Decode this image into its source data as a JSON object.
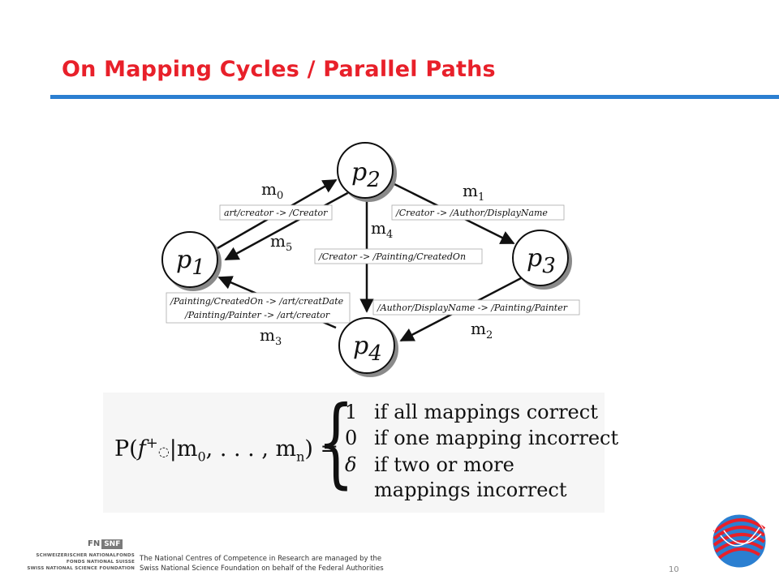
{
  "title": "On Mapping Cycles / Parallel Paths",
  "diagram": {
    "nodes": [
      {
        "id": "p2",
        "label": "p",
        "sub": "2"
      },
      {
        "id": "p1",
        "label": "p",
        "sub": "1"
      },
      {
        "id": "p3",
        "label": "p",
        "sub": "3"
      },
      {
        "id": "p4",
        "label": "p",
        "sub": "4"
      }
    ],
    "mappings": [
      {
        "name": "m",
        "sub": "0"
      },
      {
        "name": "m",
        "sub": "1"
      },
      {
        "name": "m",
        "sub": "4"
      },
      {
        "name": "m",
        "sub": "5"
      },
      {
        "name": "m",
        "sub": "3"
      },
      {
        "name": "m",
        "sub": "2"
      }
    ],
    "edge_labels": [
      "art/creator -> /Creator",
      "/Creator -> /Author/DisplayName",
      "/Creator -> /Painting/CreatedOn",
      "/Painting/CreatedOn -> /art/creatDate",
      "/Painting/Painter -> /art/creator",
      "/Author/DisplayName -> /Painting/Painter"
    ]
  },
  "formula": {
    "lhs_P": "P",
    "lhs_f": "f",
    "lhs_sup": "+",
    "lhs_sub": "◌",
    "lhs_args": "|m",
    "lhs_sub0": "0",
    "lhs_dots": ", . . . , m",
    "lhs_subn": "n",
    "lhs_end": ") =",
    "cases": [
      {
        "value": "1",
        "text": "if all mappings correct"
      },
      {
        "value": "0",
        "text": "if one mapping incorrect"
      },
      {
        "value": "δ",
        "text": "if two or more"
      },
      {
        "value": "",
        "text": "mappings incorrect"
      }
    ]
  },
  "footer": {
    "line1": "The National Centres of Competence in Research are managed by the",
    "line2": "Swiss National Science Foundation on behalf of the Federal Authorities",
    "snf_line1": "Schweizerischer Nationalfonds",
    "snf_line2": "Fonds national suisse",
    "snf_line3": "Swiss National Science Foundation",
    "snf_fn": "FN",
    "snf_snf": "SNF",
    "page": "10"
  },
  "colors": {
    "title": "#e8202a",
    "rule": "#2b7fd1"
  }
}
